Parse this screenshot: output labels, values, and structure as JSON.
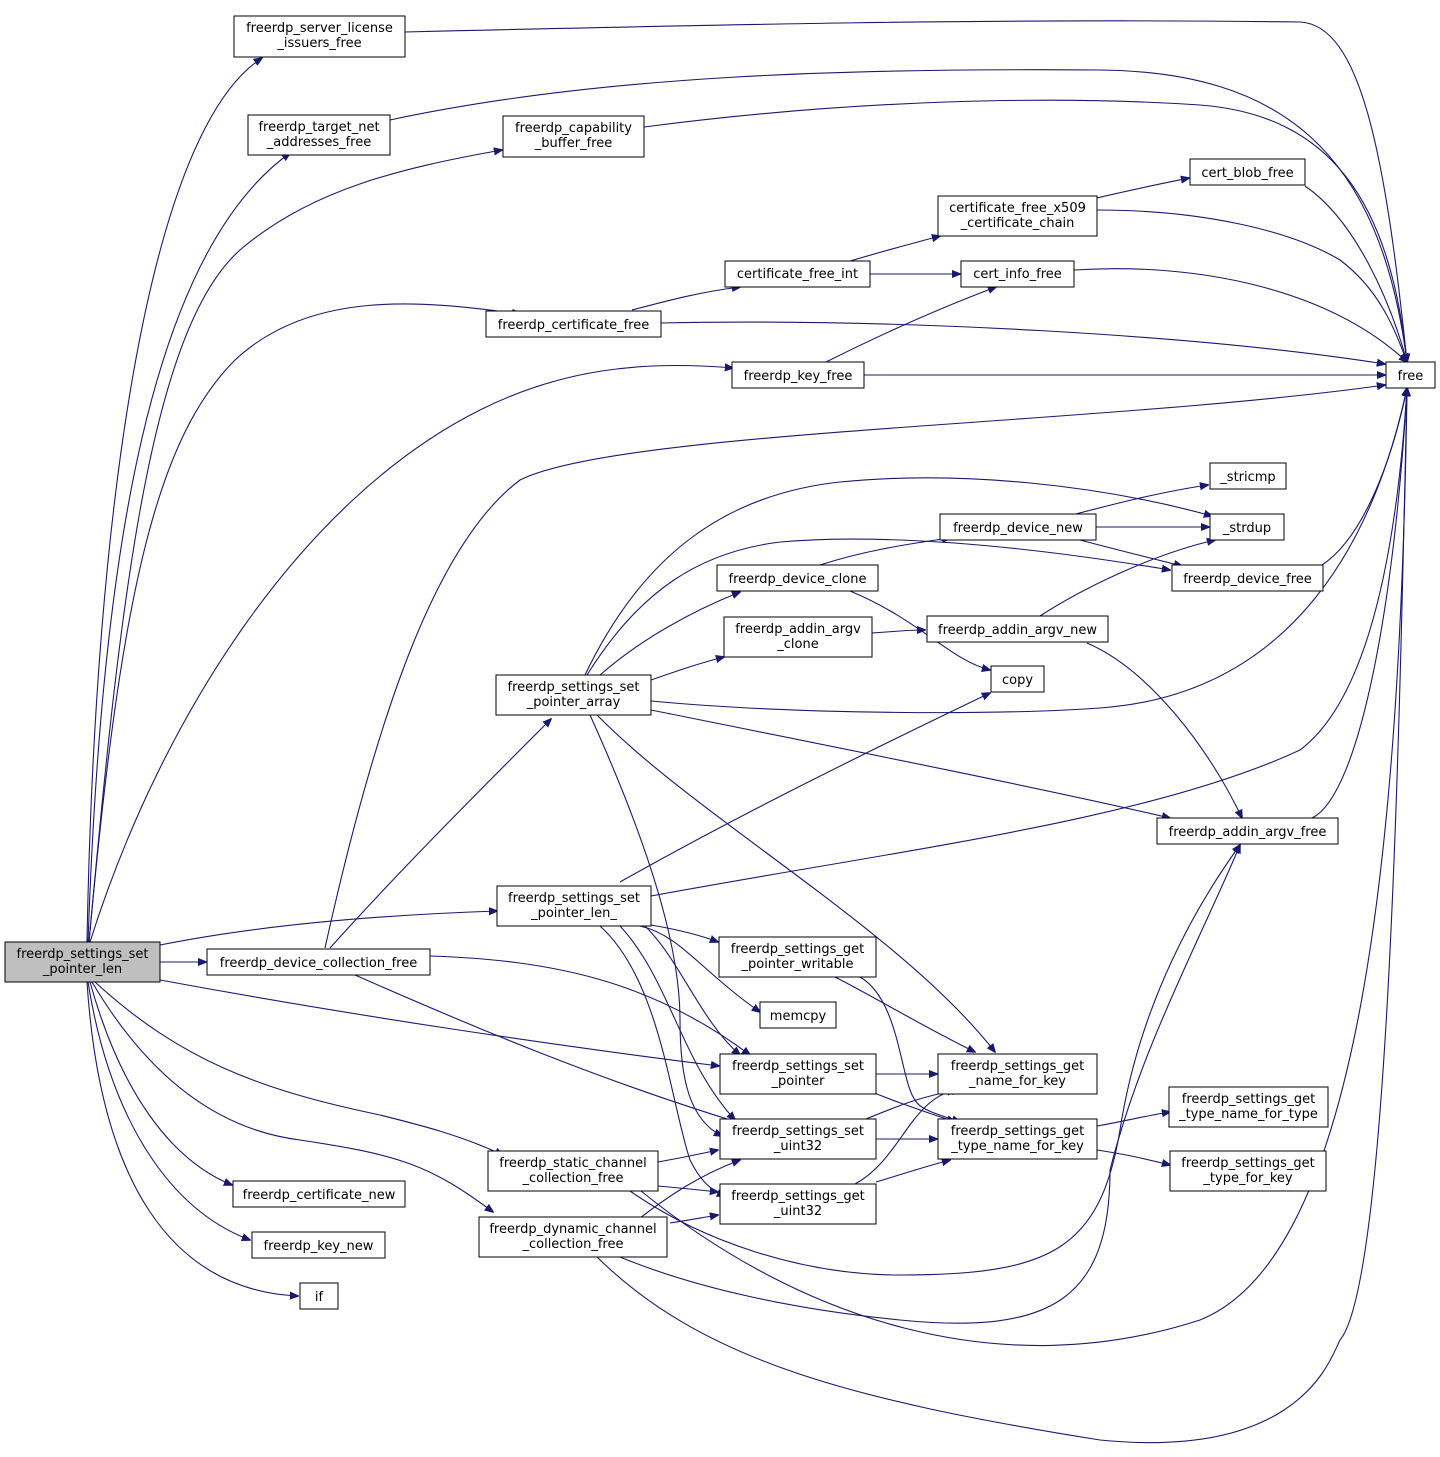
{
  "nodes": {
    "root": [
      "freerdp_settings_set",
      "_pointer_len"
    ],
    "server_license": [
      "freerdp_server_license",
      "_issuers_free"
    ],
    "target_net": [
      "freerdp_target_net",
      "_addresses_free"
    ],
    "capability": [
      "freerdp_capability",
      "_buffer_free"
    ],
    "cert_blob": [
      "cert_blob_free"
    ],
    "cert_x509": [
      "certificate_free_x509",
      "_certificate_chain"
    ],
    "cert_free_int": [
      "certificate_free_int"
    ],
    "cert_info": [
      "cert_info_free"
    ],
    "fcert_free": [
      "freerdp_certificate_free"
    ],
    "key_free": [
      "freerdp_key_free"
    ],
    "free": [
      "free"
    ],
    "stricmp": [
      "_stricmp"
    ],
    "strdup": [
      "_strdup"
    ],
    "device_new": [
      "freerdp_device_new"
    ],
    "device_free": [
      "freerdp_device_free"
    ],
    "device_clone": [
      "freerdp_device_clone"
    ],
    "argv_clone": [
      "freerdp_addin_argv",
      "_clone"
    ],
    "argv_new": [
      "freerdp_addin_argv_new"
    ],
    "copy": [
      "copy"
    ],
    "set_ptr_array": [
      "freerdp_settings_set",
      "_pointer_array"
    ],
    "argv_free": [
      "freerdp_addin_argv_free"
    ],
    "set_ptr_len_": [
      "freerdp_settings_set",
      "_pointer_len_"
    ],
    "dev_coll_free": [
      "freerdp_device_collection_free"
    ],
    "get_ptr_writable": [
      "freerdp_settings_get",
      "_pointer_writable"
    ],
    "memcpy": [
      "memcpy"
    ],
    "set_ptr": [
      "freerdp_settings_set",
      "_pointer"
    ],
    "get_name": [
      "freerdp_settings_get",
      "_name_for_key"
    ],
    "type_name_type": [
      "freerdp_settings_get",
      "_type_name_for_type"
    ],
    "set_u32": [
      "freerdp_settings_set",
      "_uint32"
    ],
    "get_type_name_key": [
      "freerdp_settings_get",
      "_type_name_for_key"
    ],
    "static_coll": [
      "freerdp_static_channel",
      "_collection_free"
    ],
    "get_type_key": [
      "freerdp_settings_get",
      "_type_for_key"
    ],
    "cert_new": [
      "freerdp_certificate_new"
    ],
    "get_u32": [
      "freerdp_settings_get",
      "_uint32"
    ],
    "dyn_coll": [
      "freerdp_dynamic_channel",
      "_collection_free"
    ],
    "key_new": [
      "freerdp_key_new"
    ],
    "if": [
      "if"
    ]
  }
}
